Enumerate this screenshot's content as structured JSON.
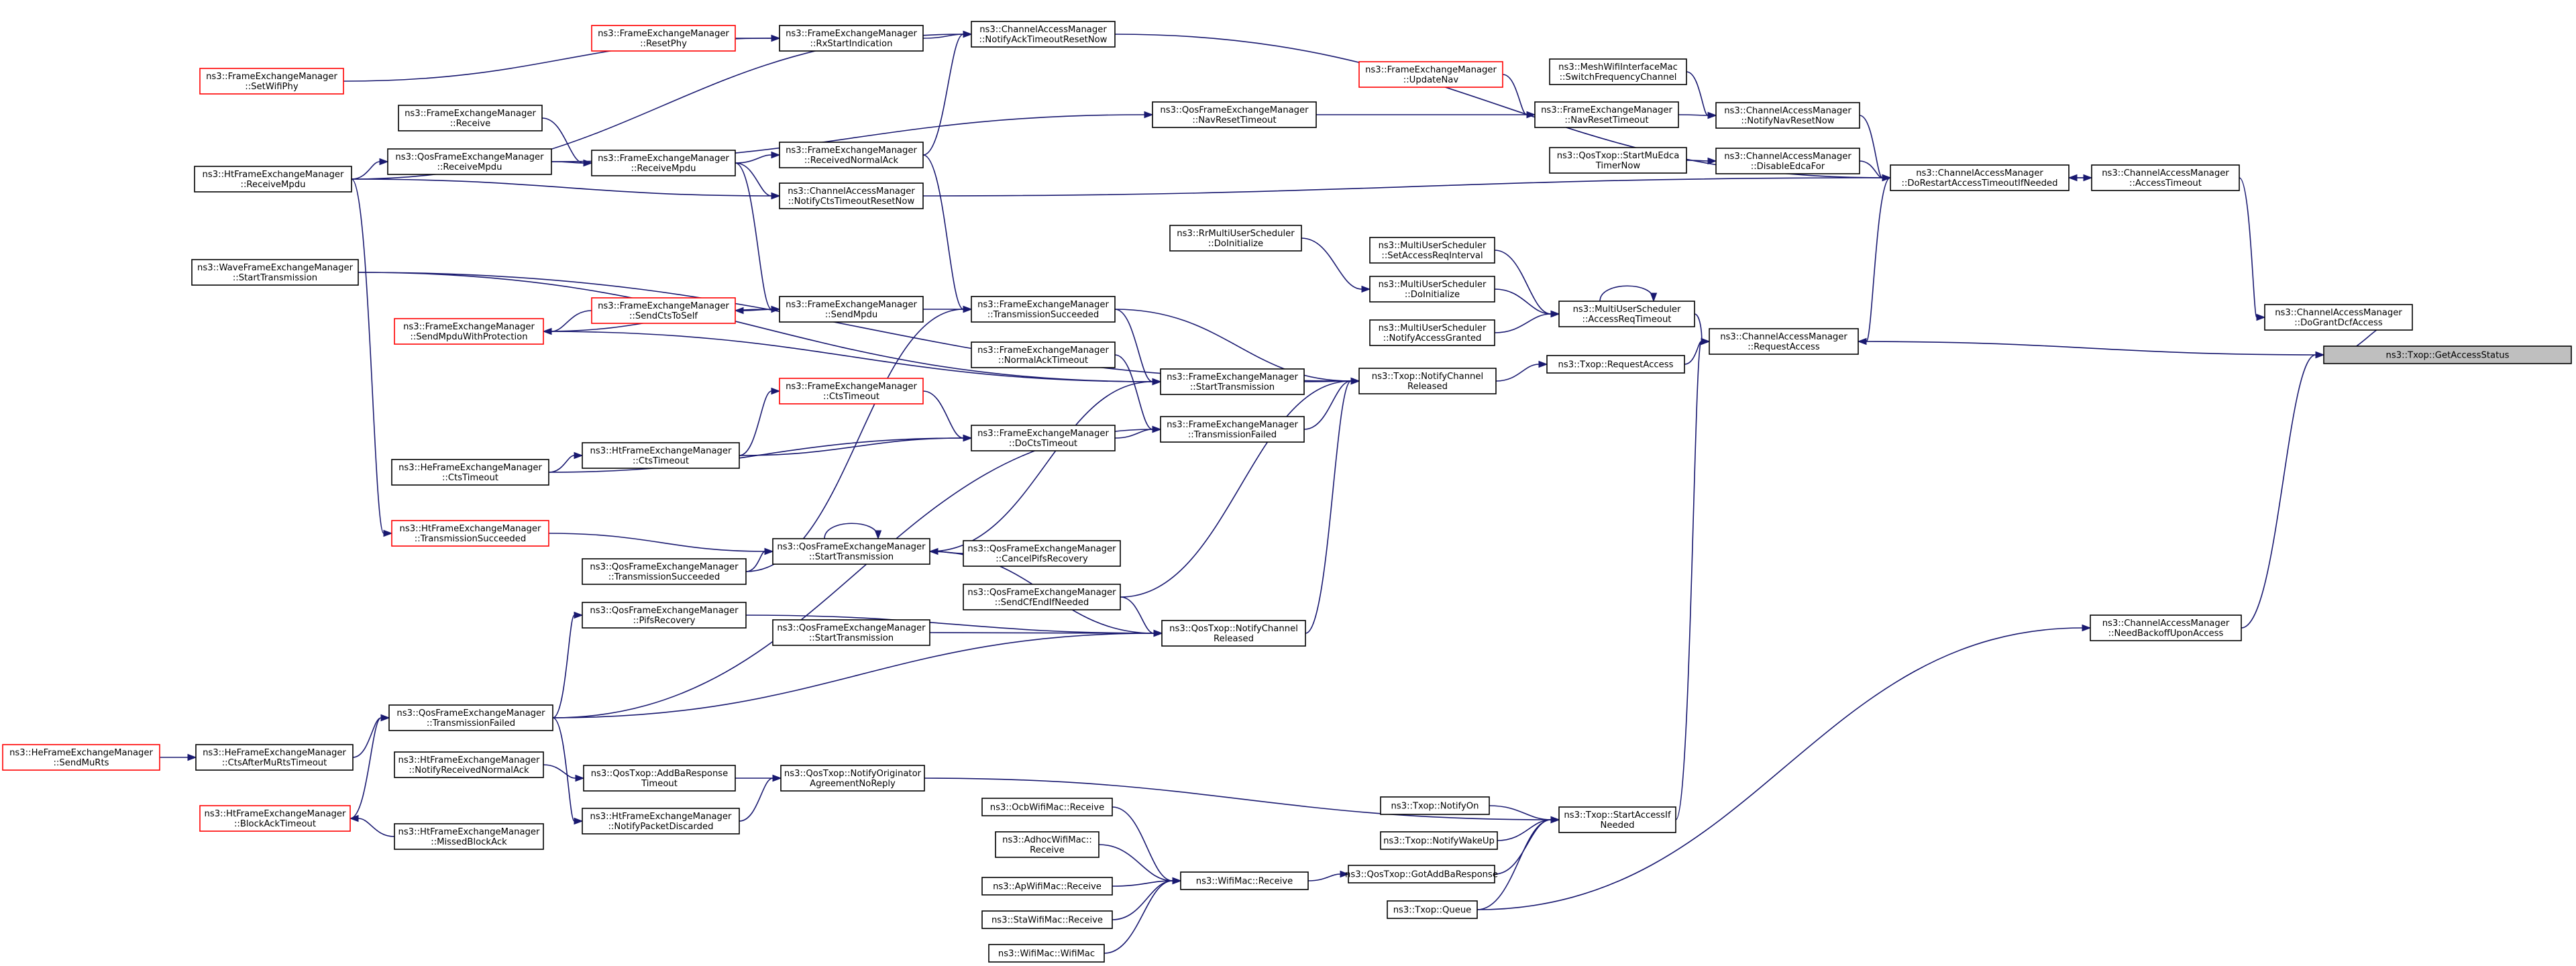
{
  "graph": {
    "title": "",
    "nodes": [
      {
        "id": "root",
        "lines": [
          "ns3::Txop::GetAccessStatus"
        ],
        "style": "root"
      },
      {
        "id": "cam_dgdcf",
        "lines": [
          "ns3::ChannelAccessManager",
          "::DoGrantDcfAccess"
        ]
      },
      {
        "id": "cam_reqacc",
        "lines": [
          "ns3::ChannelAccessManager",
          "::RequestAccess"
        ]
      },
      {
        "id": "cam_nbua",
        "lines": [
          "ns3::ChannelAccessManager",
          "::NeedBackoffUponAccess"
        ]
      },
      {
        "id": "cam_acctimeout",
        "lines": [
          "ns3::ChannelAccessManager",
          "::AccessTimeout"
        ]
      },
      {
        "id": "cam_drat",
        "lines": [
          "ns3::ChannelAccessManager",
          "::DoRestartAccessTimeoutIfNeeded"
        ]
      },
      {
        "id": "txop_reqacc",
        "lines": [
          "ns3::Txop::RequestAccess"
        ]
      },
      {
        "id": "mus_art",
        "lines": [
          "ns3::MultiUserScheduler",
          "::AccessReqTimeout"
        ]
      },
      {
        "id": "txop_saiN",
        "lines": [
          "ns3::Txop::StartAccessIf",
          "Needed"
        ]
      },
      {
        "id": "cam_naatrn",
        "lines": [
          "ns3::ChannelAccessManager",
          "::NotifyAckTimeoutResetNow"
        ]
      },
      {
        "id": "cam_nnrn",
        "lines": [
          "ns3::ChannelAccessManager",
          "::NotifyNavResetNow"
        ]
      },
      {
        "id": "cam_def",
        "lines": [
          "ns3::ChannelAccessManager",
          "::DisableEdcaFor"
        ]
      },
      {
        "id": "cam_nctrn",
        "lines": [
          "ns3::ChannelAccessManager",
          "::NotifyCtsTimeoutResetNow"
        ]
      },
      {
        "id": "txop_ncr",
        "lines": [
          "ns3::Txop::NotifyChannel",
          "Released"
        ]
      },
      {
        "id": "qostxop_ncr",
        "lines": [
          "ns3::QosTxop::NotifyChannel",
          "Released"
        ]
      },
      {
        "id": "fem_txsucc",
        "lines": [
          "ns3::FrameExchangeManager",
          "::TransmissionSucceeded"
        ]
      },
      {
        "id": "fem_txfail",
        "lines": [
          "ns3::FrameExchangeManager",
          "::TransmissionFailed"
        ]
      },
      {
        "id": "fem_dcts",
        "lines": [
          "ns3::FrameExchangeManager",
          "::DoCtsTimeout"
        ]
      },
      {
        "id": "fem_starttx",
        "lines": [
          "ns3::FrameExchangeManager",
          "::StartTransmission"
        ]
      },
      {
        "id": "fem_nat",
        "lines": [
          "ns3::FrameExchangeManager",
          "::NormalAckTimeout"
        ]
      },
      {
        "id": "fem_sendmpdu",
        "lines": [
          "ns3::FrameExchangeManager",
          "::SendMpdu"
        ]
      },
      {
        "id": "fem_recmpdu",
        "lines": [
          "ns3::FrameExchangeManager",
          "::ReceiveMpdu"
        ]
      },
      {
        "id": "fem_rna",
        "lines": [
          "ns3::FrameExchangeManager",
          "::ReceivedNormalAck"
        ]
      },
      {
        "id": "fem_rxsi",
        "lines": [
          "ns3::FrameExchangeManager",
          "::RxStartIndication"
        ]
      },
      {
        "id": "fem_resetphy",
        "lines": [
          "ns3::FrameExchangeManager",
          "::ResetPhy"
        ],
        "style": "red"
      },
      {
        "id": "fem_setwifiphy",
        "lines": [
          "ns3::FrameExchangeManager",
          "::SetWifiPhy"
        ],
        "style": "red"
      },
      {
        "id": "fem_receive",
        "lines": [
          "ns3::FrameExchangeManager",
          "::Receive"
        ]
      },
      {
        "id": "qfem_recmpdu",
        "lines": [
          "ns3::QosFrameExchangeManager",
          "::ReceiveMpdu"
        ]
      },
      {
        "id": "hfem_recmpdu",
        "lines": [
          "ns3::HtFrameExchangeManager",
          "::ReceiveMpdu"
        ]
      },
      {
        "id": "qfem_navrt",
        "lines": [
          "ns3::QosFrameExchangeManager",
          "::NavResetTimeout"
        ]
      },
      {
        "id": "fem_updatenav",
        "lines": [
          "ns3::FrameExchangeManager",
          "::UpdateNav"
        ],
        "style": "red"
      },
      {
        "id": "fem_navrt",
        "lines": [
          "ns3::FrameExchangeManager",
          "::NavResetTimeout"
        ]
      },
      {
        "id": "mesh_sfc",
        "lines": [
          "ns3::MeshWifiInterfaceMac",
          "::SwitchFrequencyChannel"
        ]
      },
      {
        "id": "qostxop_smetn",
        "lines": [
          "ns3::QosTxop::StartMuEdca",
          "TimerNow"
        ]
      },
      {
        "id": "rrmus_doinit",
        "lines": [
          "ns3::RrMultiUserScheduler",
          "::DoInitialize"
        ]
      },
      {
        "id": "mus_sari",
        "lines": [
          "ns3::MultiUserScheduler",
          "::SetAccessReqInterval"
        ]
      },
      {
        "id": "mus_doinit",
        "lines": [
          "ns3::MultiUserScheduler",
          "::DoInitialize"
        ]
      },
      {
        "id": "mus_nag",
        "lines": [
          "ns3::MultiUserScheduler",
          "::NotifyAccessGranted"
        ]
      },
      {
        "id": "wfem_starttx",
        "lines": [
          "ns3::WaveFrameExchangeManager",
          "::StartTransmission"
        ]
      },
      {
        "id": "fem_smwp",
        "lines": [
          "ns3::FrameExchangeManager",
          "::SendMpduWithProtection"
        ],
        "style": "red"
      },
      {
        "id": "fem_scts",
        "lines": [
          "ns3::FrameExchangeManager",
          "::SendCtsToSelf"
        ],
        "style": "red"
      },
      {
        "id": "fem_ctstimeout",
        "lines": [
          "ns3::FrameExchangeManager",
          "::CtsTimeout"
        ],
        "style": "red"
      },
      {
        "id": "hfem_ctstimeout",
        "lines": [
          "ns3::HtFrameExchangeManager",
          "::CtsTimeout"
        ]
      },
      {
        "id": "hefem_ctstimeout",
        "lines": [
          "ns3::HeFrameExchangeManager",
          "::CtsTimeout"
        ]
      },
      {
        "id": "hfem_txsucc",
        "lines": [
          "ns3::HtFrameExchangeManager",
          "::TransmissionSucceeded"
        ],
        "style": "red"
      },
      {
        "id": "qfem_txsucc",
        "lines": [
          "ns3::QosFrameExchangeManager",
          "::TransmissionSucceeded"
        ]
      },
      {
        "id": "qfem_starttx",
        "lines": [
          "ns3::QosFrameExchangeManager",
          "::StartTransmission"
        ]
      },
      {
        "id": "qfem_cpr",
        "lines": [
          "ns3::QosFrameExchangeManager",
          "::CancelPifsRecovery"
        ]
      },
      {
        "id": "qfem_scen",
        "lines": [
          "ns3::QosFrameExchangeManager",
          "::SendCfEndIfNeeded"
        ]
      },
      {
        "id": "qfem_pifs",
        "lines": [
          "ns3::QosFrameExchangeManager",
          "::PifsRecovery"
        ]
      },
      {
        "id": "qfem_starttx2",
        "lines": [
          "ns3::QosFrameExchangeManager",
          "::StartTransmission"
        ]
      },
      {
        "id": "qfem_txfail",
        "lines": [
          "ns3::QosFrameExchangeManager",
          "::TransmissionFailed"
        ]
      },
      {
        "id": "hefem_camto",
        "lines": [
          "ns3::HeFrameExchangeManager",
          "::CtsAfterMuRtsTimeout"
        ]
      },
      {
        "id": "hefem_sendmurts",
        "lines": [
          "ns3::HeFrameExchangeManager",
          "::SendMuRts"
        ],
        "style": "red"
      },
      {
        "id": "hfem_nrna",
        "lines": [
          "ns3::HtFrameExchangeManager",
          "::NotifyReceivedNormalAck"
        ]
      },
      {
        "id": "qostxop_abrt",
        "lines": [
          "ns3::QosTxop::AddBaResponse",
          "Timeout"
        ]
      },
      {
        "id": "qostxop_noanr",
        "lines": [
          "ns3::QosTxop::NotifyOriginator",
          "AgreementNoReply"
        ]
      },
      {
        "id": "hfem_npd",
        "lines": [
          "ns3::HtFrameExchangeManager",
          "::NotifyPacketDiscarded"
        ]
      },
      {
        "id": "hfem_bat",
        "lines": [
          "ns3::HtFrameExchangeManager",
          "::BlockAckTimeout"
        ],
        "style": "red"
      },
      {
        "id": "hfem_mba",
        "lines": [
          "ns3::HtFrameExchangeManager",
          "::MissedBlockAck"
        ]
      },
      {
        "id": "txop_notifyon",
        "lines": [
          "ns3::Txop::NotifyOn"
        ]
      },
      {
        "id": "txop_nwu",
        "lines": [
          "ns3::Txop::NotifyWakeUp"
        ]
      },
      {
        "id": "qostxop_gabr",
        "lines": [
          "ns3::QosTxop::GotAddBaResponse"
        ]
      },
      {
        "id": "txop_queue",
        "lines": [
          "ns3::Txop::Queue"
        ]
      },
      {
        "id": "wifimac_receive",
        "lines": [
          "ns3::WifiMac::Receive"
        ]
      },
      {
        "id": "ocb_receive",
        "lines": [
          "ns3::OcbWifiMac::Receive"
        ]
      },
      {
        "id": "adhoc_receive",
        "lines": [
          "ns3::AdhocWifiMac::",
          "Receive"
        ]
      },
      {
        "id": "ap_receive",
        "lines": [
          "ns3::ApWifiMac::Receive"
        ]
      },
      {
        "id": "sta_receive",
        "lines": [
          "ns3::StaWifiMac::Receive"
        ]
      },
      {
        "id": "wifimac_ctor",
        "lines": [
          "ns3::WifiMac::WifiMac"
        ]
      }
    ]
  }
}
